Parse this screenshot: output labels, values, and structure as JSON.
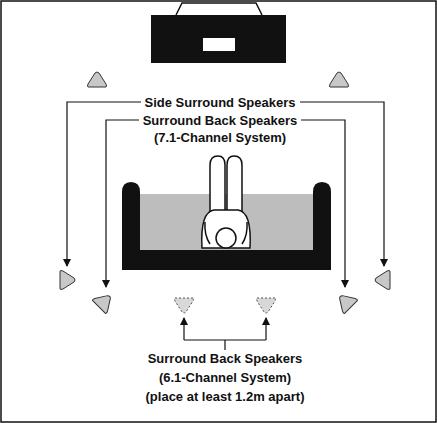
{
  "diagram": {
    "labels": [
      "Side Surround Speakers",
      "Surround Back Speakers",
      "(7.1-Channel System)",
      "Surround Back Speakers",
      "(6.1-Channel System)",
      "(place at least 1.2m apart)"
    ]
  }
}
